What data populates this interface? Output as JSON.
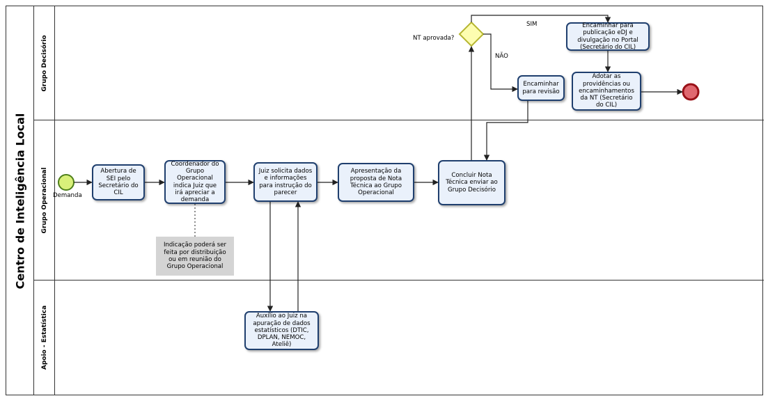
{
  "pool": {
    "title": "Centro de Inteligência Local"
  },
  "lanes": {
    "decisorio": "Grupo Decisório",
    "operacional": "Grupo Operacional",
    "estatistica": "Apoio - Estatística"
  },
  "events": {
    "start_label": "Demanda"
  },
  "tasks": {
    "abertura": "Abertura de SEI pelo Secretário do CIL",
    "coordenador": "Coordenador do Grupo Operacional indica Juiz que irá apreciar a demanda",
    "juiz_solicita": "Juiz solicita dados e informações para instrução do parecer",
    "apresentacao": "Apresentação da proposta de Nota Técnica ao Grupo Operacional",
    "concluir": "Concluir Nota Técnica enviar ao Grupo Decisório",
    "auxilio": "Auxílio ao Juiz na apuração de dados estatísticos (DTIC, DPLAN, NEMOC, Ateliê)",
    "encaminhar_revisao": "Encaminhar para revisão",
    "encaminhar_publicacao": "Encaminhar para publicação eDJ e divulgação no Portal (Secretário do CIL)",
    "adotar": "Adotar as providências ou encaminhamentos da NT (Secretário do CIL)"
  },
  "gateway": {
    "question": "NT aprovada?",
    "yes": "SIM",
    "no": "NÃO"
  },
  "annotation": "Indicação poderá ser feita por distribuição ou em reunião do Grupo Operacional",
  "colors": {
    "task_fill": "#eaf1fb",
    "task_border": "#1f3f6e",
    "start_fill": "#d9f07a",
    "start_border": "#4e7f1a",
    "end_fill": "#e06870",
    "end_border": "#9a1118",
    "gateway_fill": "#fdfdb0",
    "gateway_border": "#b6b632",
    "annotation_fill": "#d4d4d4"
  }
}
